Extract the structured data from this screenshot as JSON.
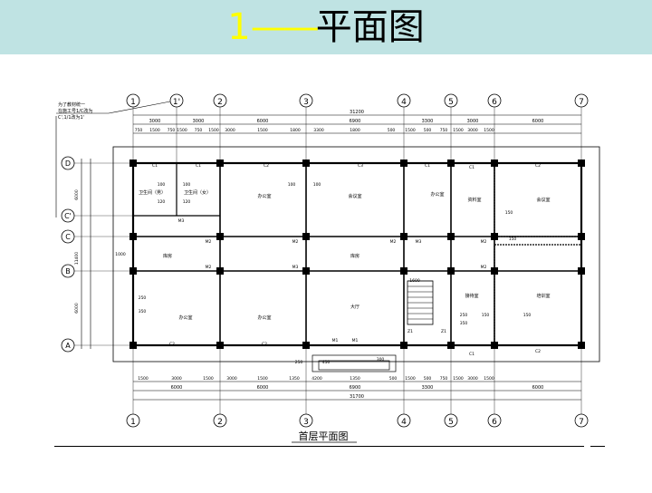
{
  "slide": {
    "title_number": "1",
    "title_dash": "——",
    "title_word": "平面图"
  },
  "plan": {
    "caption": "首层平面图",
    "note_lines": [
      "为了教材统一",
      "在施工号1/C改为",
      "C',1/1改为1'"
    ],
    "axes_top": [
      "1",
      "1'",
      "2",
      "3",
      "4",
      "5",
      "6",
      "7"
    ],
    "axes_bottom": [
      "1",
      "2",
      "3",
      "4",
      "5",
      "6",
      "7"
    ],
    "axes_left": [
      "D",
      "C'",
      "C",
      "B",
      "A"
    ],
    "dim_total": "31200",
    "dim_total_bottom": "31700",
    "dim_bays_top": [
      "3000",
      "3000",
      "6000",
      "6900",
      "3300",
      "3000",
      "6000"
    ],
    "dim_bays_bottom": [
      "6000",
      "6000",
      "6900",
      "3300",
      "6000"
    ],
    "dim_detail_top": [
      "750",
      "1500",
      "750",
      "1500",
      "750",
      "1500",
      "3000",
      "1500",
      "1800",
      "3300",
      "1800",
      "500",
      "1500",
      "500",
      "750",
      "1500",
      "3000",
      "1500"
    ],
    "dim_detail_bottom": [
      "1500",
      "3000",
      "1500",
      "3000",
      "1500",
      "1350",
      "4200",
      "1350",
      "500",
      "1500",
      "500",
      "750",
      "1500",
      "3000",
      "1500"
    ],
    "dim_left": [
      "6000",
      "11400",
      "6000"
    ],
    "rooms": [
      "卫生间（男）",
      "卫生间（女）",
      "办公室",
      "会议室",
      "办公室",
      "资料室",
      "会议室",
      "库房",
      "库房",
      "办公室",
      "办公室",
      "大厅",
      "接待室",
      "培训室"
    ],
    "small_labels": [
      "C1",
      "C1",
      "C2",
      "C3",
      "C1",
      "C1",
      "C2",
      "C2",
      "C2",
      "C1",
      "C2",
      "M3",
      "M2",
      "M2",
      "M2",
      "M3",
      "M1",
      "M1",
      "M2",
      "M3",
      "M2",
      "M2",
      "Z1",
      "Z1"
    ],
    "dims_inner": [
      "100",
      "100",
      "120",
      "120",
      "100",
      "100",
      "150",
      "150",
      "250",
      "350",
      "250",
      "350",
      "150",
      "150",
      "1000",
      "1600",
      "250",
      "450",
      "300"
    ]
  }
}
